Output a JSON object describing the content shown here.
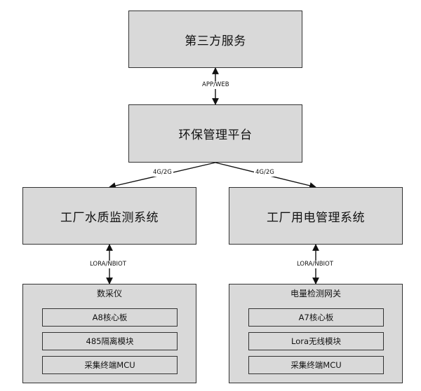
{
  "nodes": {
    "third_party": "第三方服务",
    "platform": "环保管理平台",
    "water_system": "工厂水质监测系统",
    "power_system": "工厂用电管理系统"
  },
  "left_group": {
    "title": "数采仪",
    "items": [
      "A8核心板",
      "485隔离模块",
      "采集终端MCU"
    ]
  },
  "right_group": {
    "title": "电量检测网关",
    "items": [
      "A7核心板",
      "Lora无线模块",
      "采集终端MCU"
    ]
  },
  "edges": {
    "app_web": "APP/WEB",
    "net_left": "4G/2G",
    "net_right": "4G/2G",
    "lora_left": "LORA/NBIOT",
    "lora_right": "LORA/NBIOT"
  }
}
